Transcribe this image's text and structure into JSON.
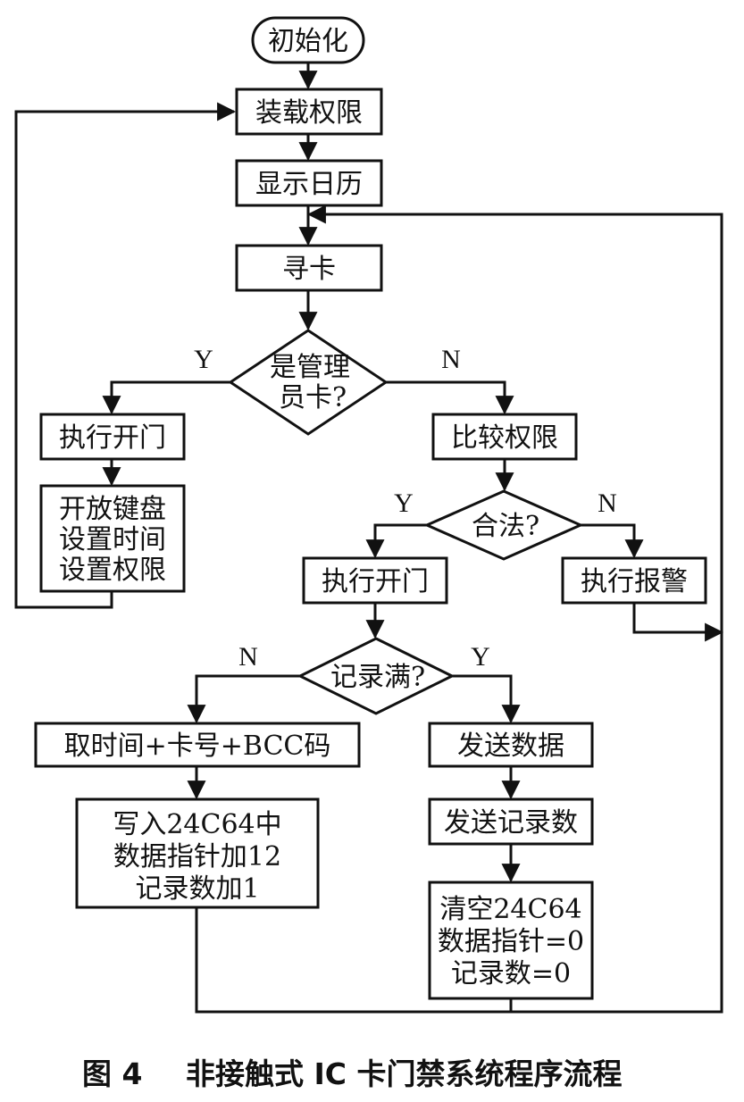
{
  "nodes": {
    "init": "初始化",
    "load_permissions": "装载权限",
    "show_calendar": "显示日历",
    "find_card": "寻卡",
    "is_admin_line1": "是管理",
    "is_admin_line2": "员卡?",
    "admin_open_door": "执行开门",
    "admin_menu_line1": "开放键盘",
    "admin_menu_line2": "设置时间",
    "admin_menu_line3": "设置权限",
    "compare_permissions": "比较权限",
    "is_valid": "合法?",
    "user_open_door": "执行开门",
    "alarm": "执行报警",
    "record_full": "记录满?",
    "get_time_card": "取时间+卡号+BCC码",
    "write_line1": "写入24C64中",
    "write_line2": "数据指针加12",
    "write_line3": "记录数加1",
    "send_data": "发送数据",
    "send_record_count": "发送记录数",
    "clear_line1": "清空24C64",
    "clear_line2": "数据指针=0",
    "clear_line3": "记录数=0"
  },
  "branch_labels": {
    "admin_yes": "Y",
    "admin_no": "N",
    "valid_yes": "Y",
    "valid_no": "N",
    "full_no": "N",
    "full_yes": "Y"
  },
  "caption": {
    "figure_number": "图 4",
    "title": "非接触式 IC 卡门禁系统程序流程"
  }
}
